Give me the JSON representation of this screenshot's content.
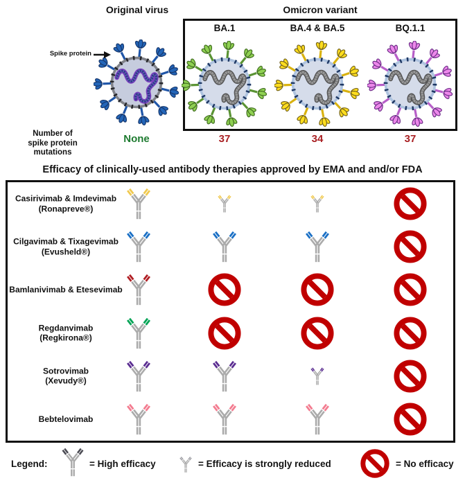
{
  "top": {
    "original_label": "Original virus",
    "omicron_label": "Omicron variant",
    "variant_labels": [
      "BA.1",
      "BA.4 & BA.5",
      "BQ.1.1"
    ],
    "spike_callout": "Spike protein",
    "mutations_label_lines": [
      "Number of",
      "spike protein",
      "mutations"
    ],
    "mutation_counts": [
      {
        "value": "None",
        "color": "#1E7B30"
      },
      {
        "value": "37",
        "color": "#A92023"
      },
      {
        "value": "34",
        "color": "#A92023"
      },
      {
        "value": "37",
        "color": "#A92023"
      }
    ],
    "viruses": [
      {
        "name": "Original virus",
        "spike_fill": "#2365B8",
        "spike_stroke": "#16366B",
        "stalk": "#2056A8",
        "body": "#C6CCDE",
        "ring": "#808289",
        "tick": "#26262B",
        "rna_core": "#32388C",
        "rna_outline": "#7A3FBE",
        "rna_texture": "#8C90D8"
      },
      {
        "name": "BA.1",
        "spike_fill": "#8FD052",
        "spike_stroke": "#3F6B1F",
        "stalk": "#5A9334",
        "body": "#D5DCEA",
        "ring": "#AEC3DF",
        "tick": "#1F3864",
        "rna_core": "#9A9A9A",
        "rna_outline": "#565656",
        "rna_texture": "#56585A"
      },
      {
        "name": "BA.4 & BA.5",
        "spike_fill": "#FFDD1E",
        "spike_stroke": "#72621A",
        "stalk": "#D9B210",
        "body": "#D5DCEA",
        "ring": "#AEC3DF",
        "tick": "#1F3864",
        "rna_core": "#9A9A9A",
        "rna_outline": "#565656",
        "rna_texture": "#56585A"
      },
      {
        "name": "BQ.1.1",
        "spike_fill": "#EC87EA",
        "spike_stroke": "#6A2D86",
        "stalk": "#B75FC8",
        "body": "#D5DCEA",
        "ring": "#AEC3DF",
        "tick": "#1F3864",
        "rna_core": "#9A9A9A",
        "rna_outline": "#565656",
        "rna_texture": "#56585A"
      }
    ]
  },
  "table": {
    "title": "Efficacy of clinically-used antibody therapies approved by EMA and and/or FDA",
    "columns": [
      "Original virus",
      "BA.1",
      "BA.4 & BA.5",
      "BQ.1.1"
    ],
    "rows": [
      {
        "label_lines": [
          "Casirivimab & Imdevimab",
          "(Ronapreve®)"
        ],
        "tip_color": "#F0C94F",
        "efficacy": [
          "high",
          "reduced",
          "reduced",
          "none"
        ]
      },
      {
        "label_lines": [
          "Cilgavimab & Tixagevimab",
          "(Evusheld®)"
        ],
        "tip_color": "#1B70C5",
        "efficacy": [
          "high",
          "high",
          "high",
          "none"
        ]
      },
      {
        "label_lines": [
          "Bamlanivimab & Etesevimab"
        ],
        "tip_color": "#B01E23",
        "efficacy": [
          "high",
          "none",
          "none",
          "none"
        ]
      },
      {
        "label_lines": [
          "Regdanvimab",
          "(Regkirona®)"
        ],
        "tip_color": "#00A355",
        "efficacy": [
          "high",
          "none",
          "none",
          "none"
        ]
      },
      {
        "label_lines": [
          "Sotrovimab",
          "(Xevudy®)"
        ],
        "tip_color": "#5B2E91",
        "efficacy": [
          "high",
          "high",
          "reduced",
          "none"
        ]
      },
      {
        "label_lines": [
          "Bebtelovimab"
        ],
        "tip_color": "#F37C90",
        "efficacy": [
          "high",
          "high",
          "high",
          "none"
        ]
      }
    ]
  },
  "legend": {
    "label": "Legend:",
    "high_tip_color": "#4C4C54",
    "reduced_tip_color": "#9B9BA1",
    "items": [
      {
        "symbol": "antibody-large",
        "text": "= High efficacy"
      },
      {
        "symbol": "antibody-small",
        "text": "= Efficacy is strongly reduced"
      },
      {
        "symbol": "prohibition-sign",
        "text": "= No efficacy"
      }
    ]
  },
  "colors": {
    "antibody_body": "#ABABAB",
    "no_efficacy_red": "#C00000",
    "text": "#111111"
  }
}
